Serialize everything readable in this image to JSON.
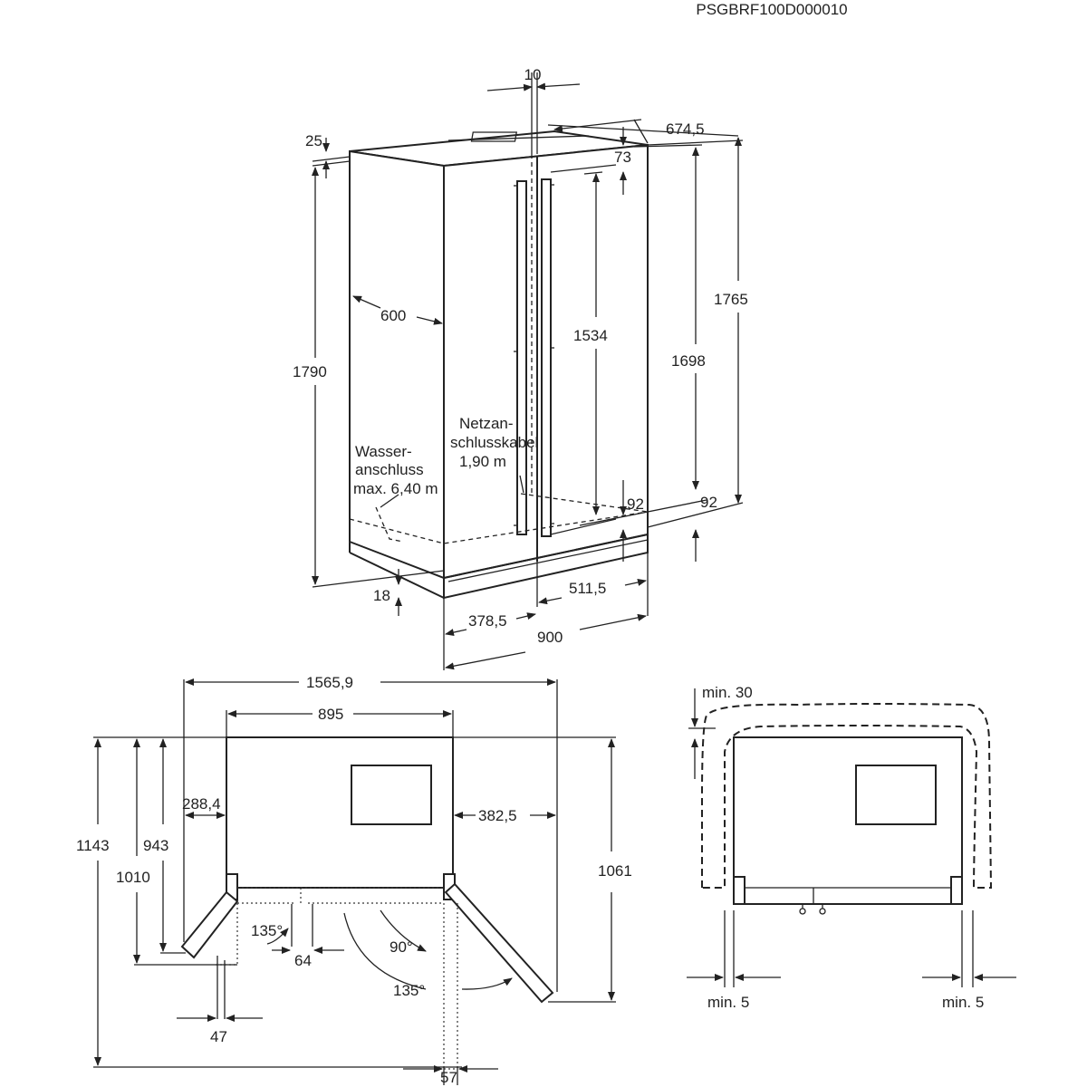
{
  "header": {
    "code": "PSGBRF100D000010"
  },
  "upper_view": {
    "dims": {
      "d10": "10",
      "d674_5": "674,5",
      "d25": "25",
      "d73": "73",
      "d600": "600",
      "d1765": "1765",
      "d1534": "1534",
      "d1698": "1698",
      "d1790": "1790",
      "d92a": "92",
      "d92b": "92",
      "d18": "18",
      "d511_5": "511,5",
      "d378_5": "378,5",
      "d900": "900"
    },
    "labels": {
      "water_l1": "Wasser-",
      "water_l2": "anschluss",
      "water_l3": "max. 6,40 m",
      "power_l1": "Netzan-",
      "power_l2": "schlusskabel",
      "power_l3": "1,90 m"
    }
  },
  "plan_view": {
    "dims": {
      "d1565_9": "1565,9",
      "d895": "895",
      "d288_4": "288,4",
      "d382_5": "382,5",
      "d1143": "1143",
      "d943": "943",
      "d1010": "1010",
      "d1061": "1061",
      "d135a": "135°",
      "d64": "64",
      "d90": "90°",
      "d135b": "135°",
      "d47": "47",
      "d57": "57"
    }
  },
  "clearance_view": {
    "dims": {
      "min30": "min. 30",
      "min5_left": "min. 5",
      "min5_right": "min. 5"
    }
  }
}
